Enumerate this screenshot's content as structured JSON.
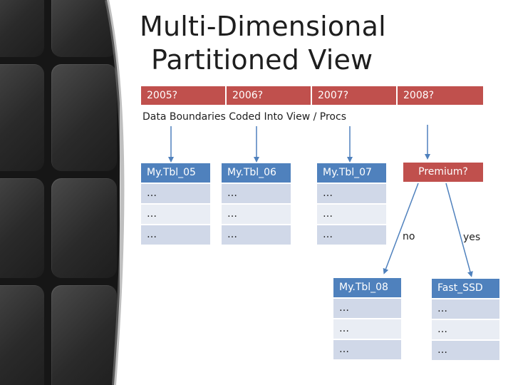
{
  "title": {
    "line1": "Multi-Dimensional",
    "line2": "Partitioned View"
  },
  "years": [
    "2005?",
    "2006?",
    "2007?",
    "2008?"
  ],
  "subtitle": "Data Boundaries Coded Into View / Procs",
  "tables": [
    {
      "name": "My.Tbl_05",
      "rows": [
        "…",
        "…",
        "…"
      ]
    },
    {
      "name": "My.Tbl_06",
      "rows": [
        "…",
        "…",
        "…"
      ]
    },
    {
      "name": "My.Tbl_07",
      "rows": [
        "…",
        "…",
        "…"
      ]
    },
    {
      "name": "My.Tbl_08",
      "rows": [
        "…",
        "…",
        "…"
      ]
    },
    {
      "name": "Fast_SSD",
      "rows": [
        "…",
        "…",
        "…"
      ]
    }
  ],
  "decision": "Premium?",
  "branches": {
    "no": "no",
    "yes": "yes"
  },
  "colors": {
    "red": "#c0504d",
    "blue": "#4f81bd",
    "row_dark": "#d0d8e8",
    "row_light": "#e9edf4",
    "arrow": "#4f81bd"
  }
}
